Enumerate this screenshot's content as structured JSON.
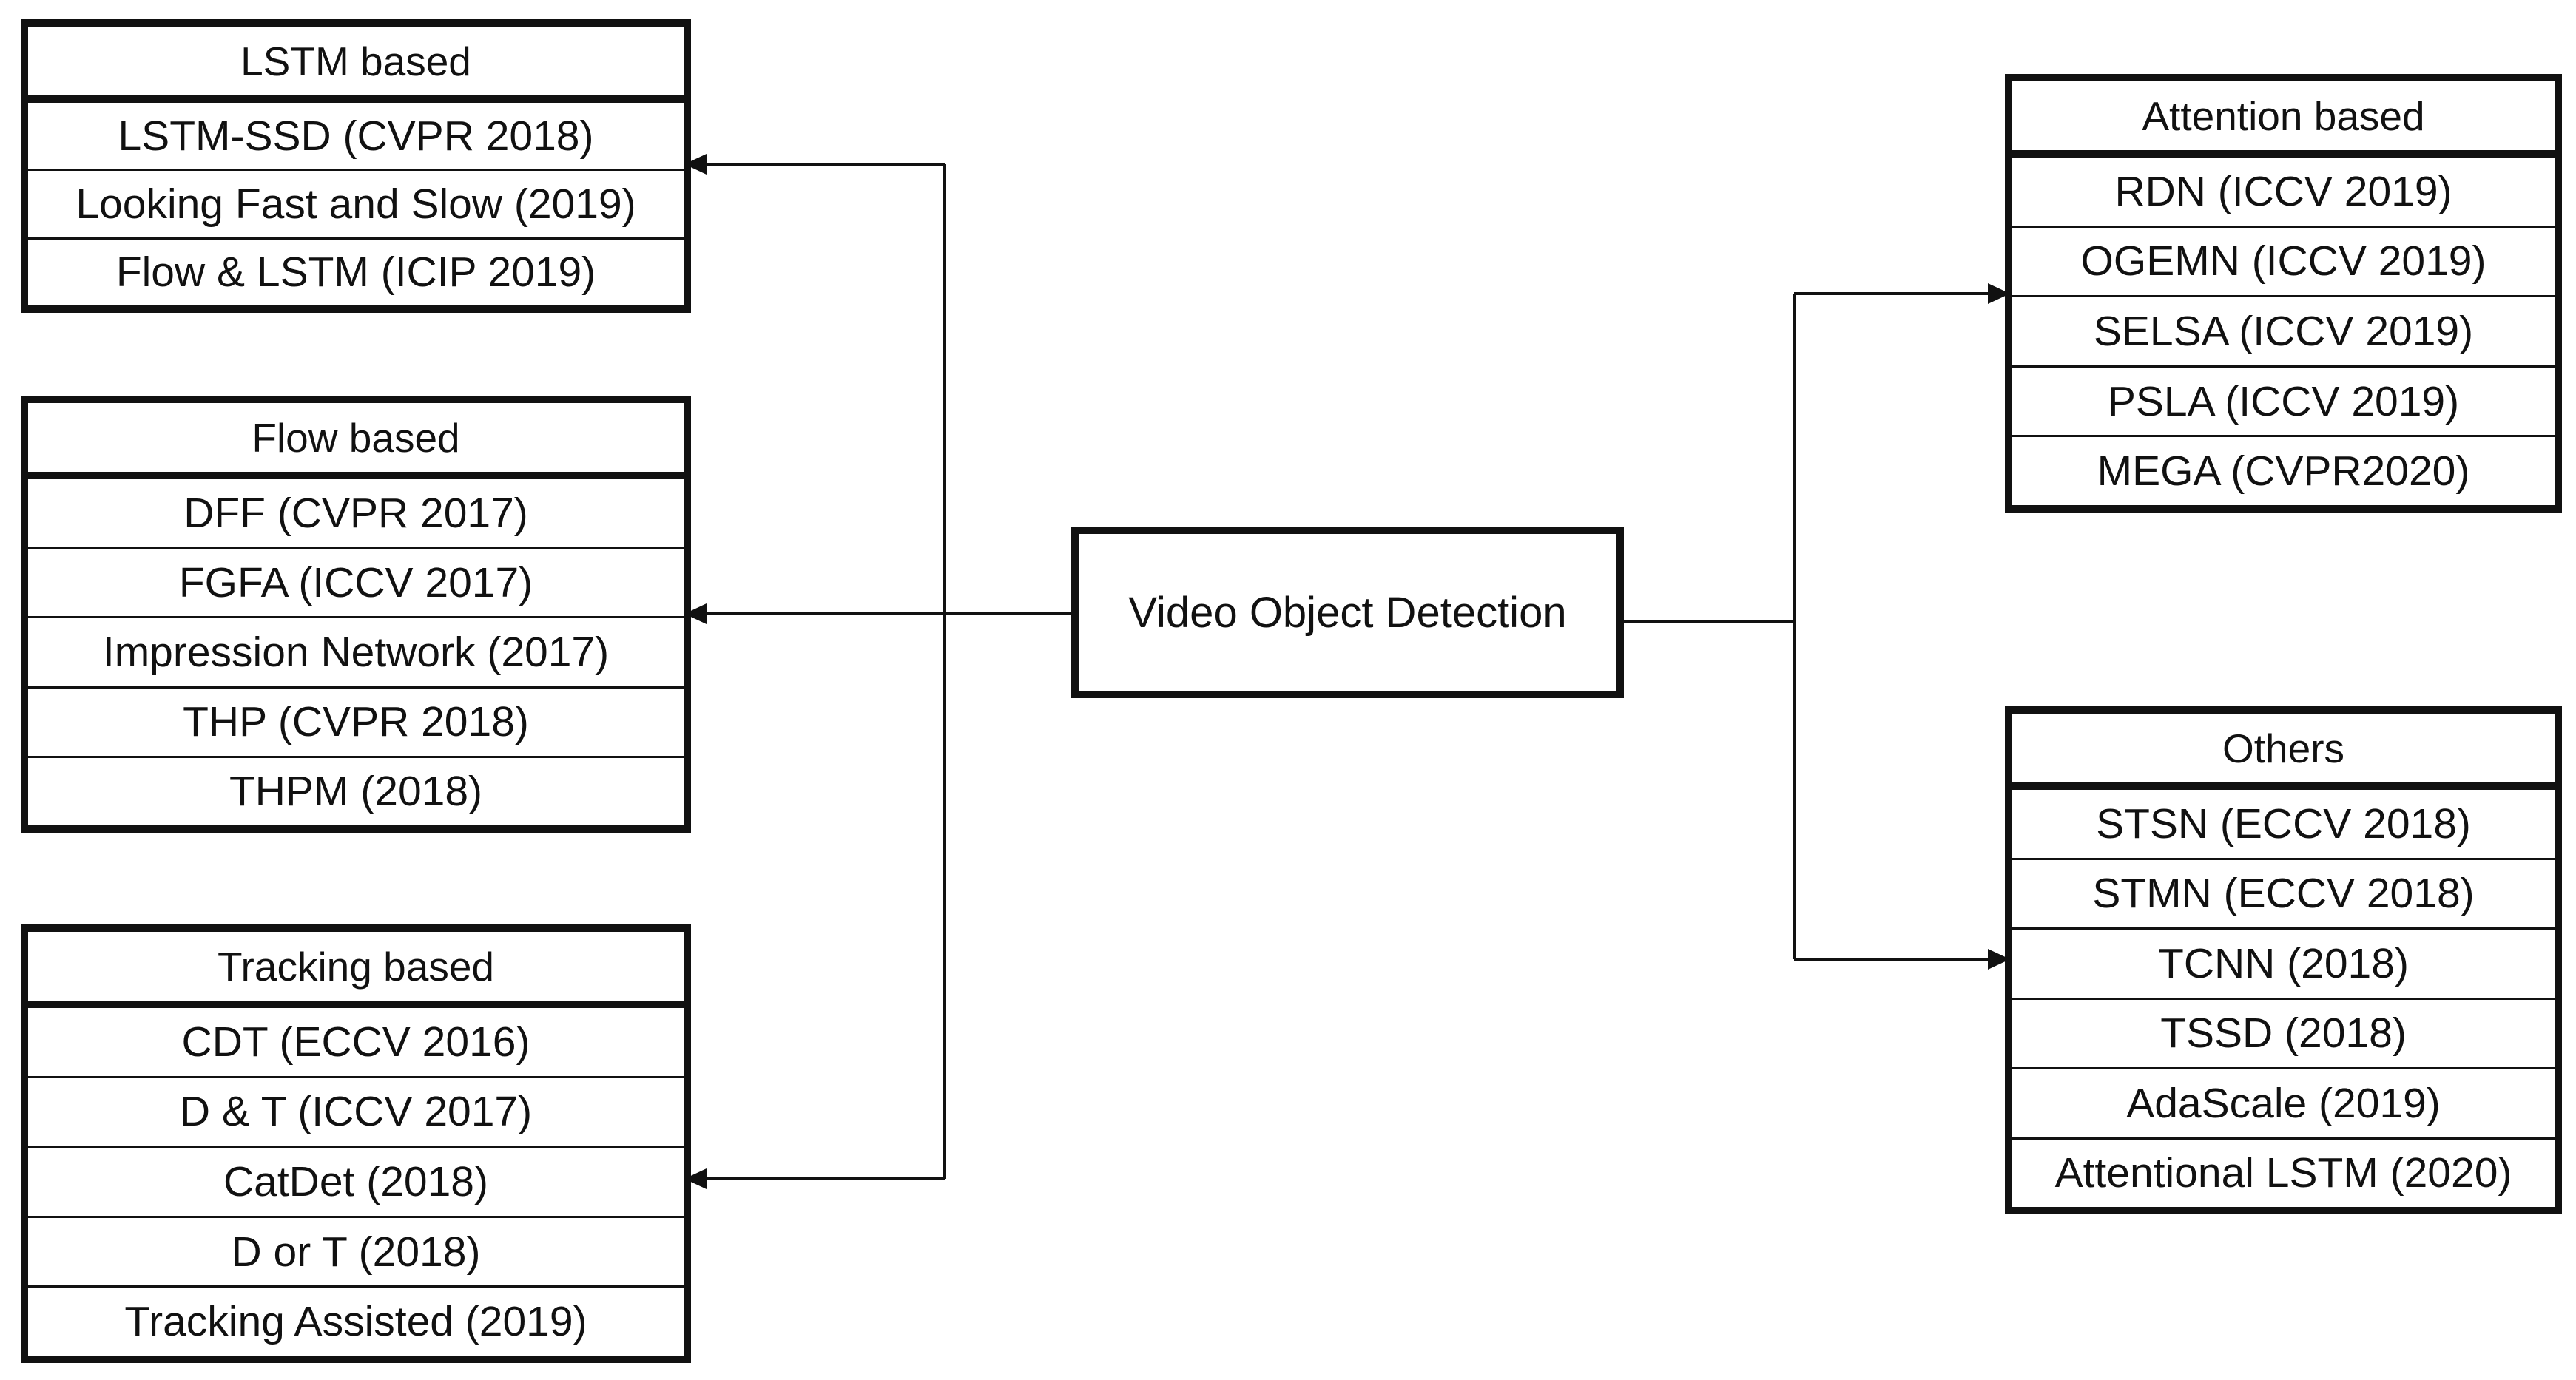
{
  "center": {
    "label": "Video Object Detection"
  },
  "categories": {
    "lstm": {
      "title": "LSTM based",
      "items": [
        "LSTM-SSD (CVPR 2018)",
        "Looking Fast and Slow (2019)",
        "Flow & LSTM (ICIP 2019)"
      ]
    },
    "flow": {
      "title": "Flow based",
      "items": [
        "DFF (CVPR 2017)",
        "FGFA (ICCV 2017)",
        "Impression Network (2017)",
        "THP (CVPR 2018)",
        "THPM (2018)"
      ]
    },
    "tracking": {
      "title": "Tracking based",
      "items": [
        "CDT (ECCV 2016)",
        "D & T (ICCV 2017)",
        "CatDet (2018)",
        "D or T (2018)",
        "Tracking Assisted (2019)"
      ]
    },
    "attention": {
      "title": "Attention based",
      "items": [
        "RDN (ICCV 2019)",
        "OGEMN (ICCV 2019)",
        "SELSA (ICCV 2019)",
        "PSLA (ICCV 2019)",
        "MEGA (CVPR2020)"
      ]
    },
    "others": {
      "title": "Others",
      "items": [
        "STSN (ECCV 2018)",
        "STMN (ECCV 2018)",
        "TCNN (2018)",
        "TSSD (2018)",
        "AdaScale (2019)",
        "Attentional LSTM (2020)"
      ]
    }
  }
}
